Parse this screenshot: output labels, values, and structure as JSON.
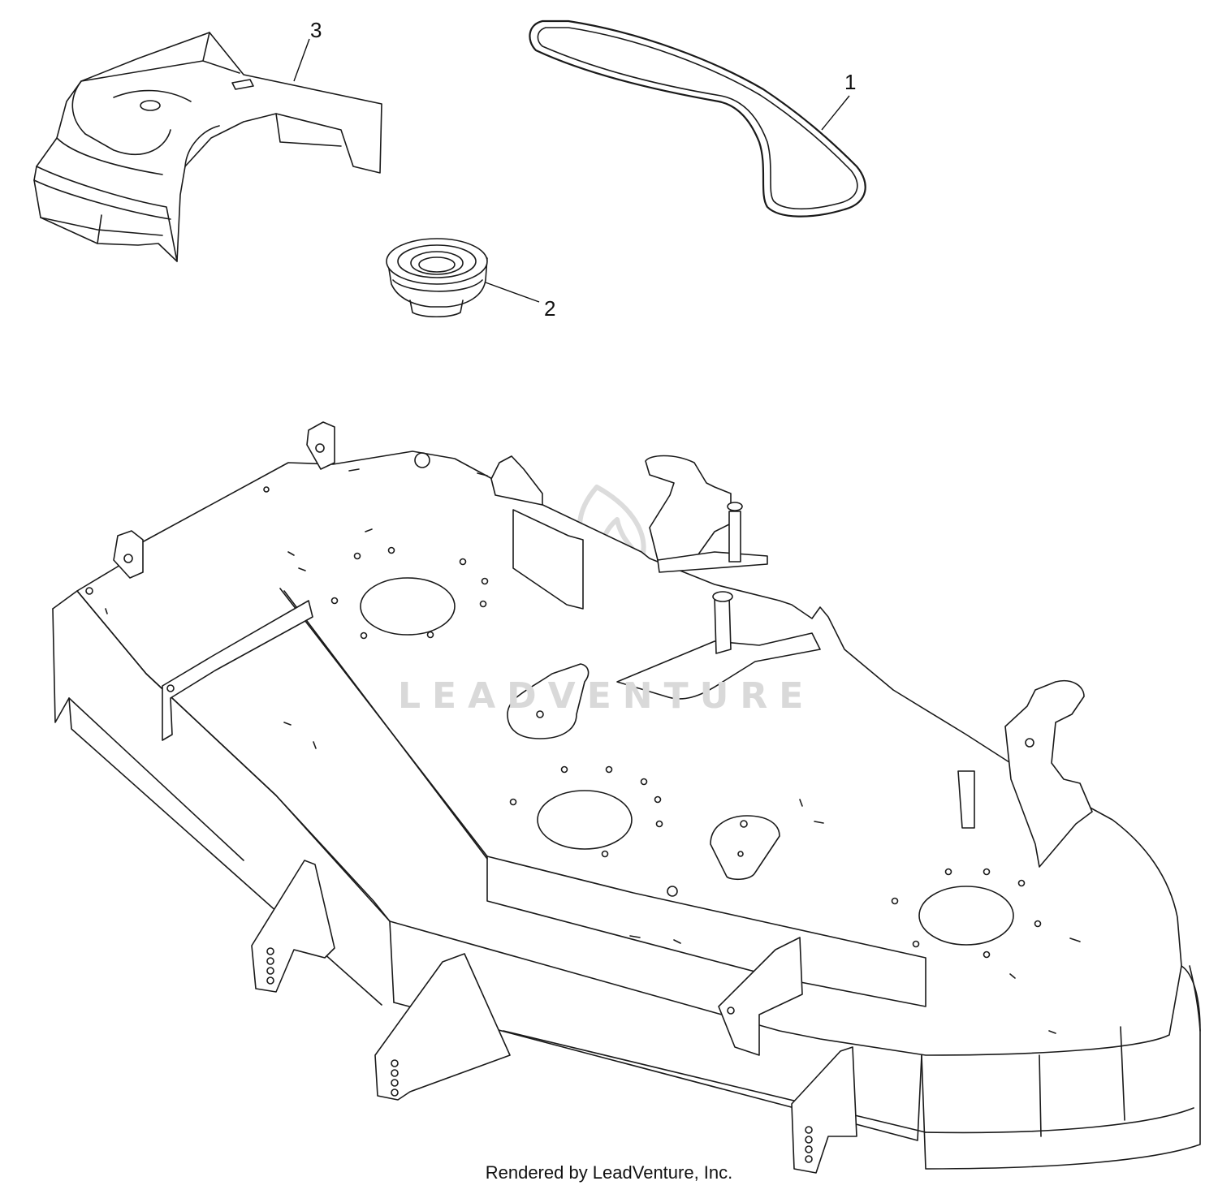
{
  "callouts": [
    {
      "label": "1"
    },
    {
      "label": "2"
    },
    {
      "label": "3"
    }
  ],
  "watermark": {
    "text": "LEADVENTURE"
  },
  "footer": {
    "text": "Rendered by LeadVenture, Inc."
  }
}
